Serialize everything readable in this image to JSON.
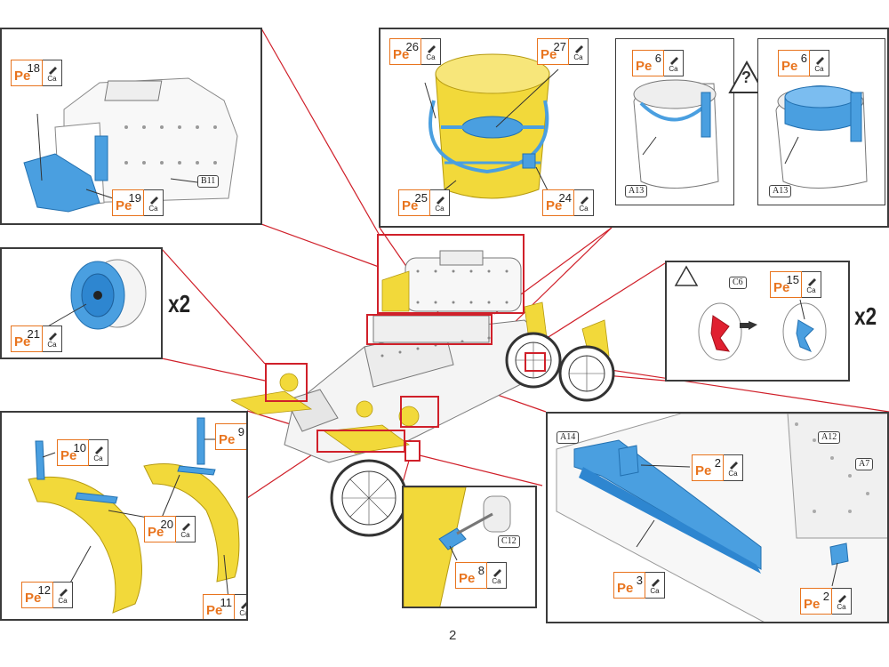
{
  "page_number": "2",
  "colors": {
    "orange": "#e8741e",
    "yellow": "#f2d93a",
    "blue": "#4a9fe0",
    "red_line": "#d0202a",
    "marker_red": "#e02030"
  },
  "tag_prefix": "Pe",
  "tag_suffix": "Ca",
  "panels": {
    "turret": {
      "tags": [
        "18",
        "19"
      ],
      "labels": [
        "B11"
      ]
    },
    "bucket": {
      "tags": [
        "26",
        "27",
        "25",
        "24"
      ]
    },
    "bucket_fit_a": {
      "tags": [
        "6"
      ],
      "labels": [
        "A13"
      ]
    },
    "bucket_fit_b": {
      "tags": [
        "6"
      ],
      "labels": [
        "A13"
      ]
    },
    "lamp": {
      "tags": [
        "21"
      ],
      "multiplier": "x2"
    },
    "hub": {
      "tags": [
        "15"
      ],
      "labels": [
        "C6"
      ],
      "multiplier": "x2"
    },
    "fenders": {
      "tags": [
        "10",
        "9",
        "20",
        "12",
        "11"
      ]
    },
    "step": {
      "tags": [
        "8"
      ],
      "labels": [
        "C12"
      ]
    },
    "frame": {
      "tags": [
        "2",
        "3",
        "2"
      ],
      "labels": [
        "A14",
        "A12",
        "A7"
      ]
    }
  },
  "icons": {
    "question": "?"
  }
}
